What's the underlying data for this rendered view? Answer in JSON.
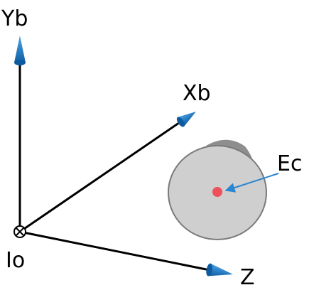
{
  "labels": {
    "y_axis": "Yb",
    "x_axis": "Xb",
    "z_axis": "Z",
    "origin": "Io",
    "center": "Ec"
  },
  "icons": {
    "origin": "circled-times-icon",
    "arrowheads": "cone-arrowhead-icon"
  },
  "colors": {
    "axis_line": "#000000",
    "arrowhead": "#1f78c8",
    "arrowhead_dark": "#0d5a9e",
    "disc_fill": "#cfcfcf",
    "disc_stroke": "#7a7a7a",
    "disc_shadow": "#8e8e8e",
    "center_dot": "#f0505a",
    "pointer": "#2a86d0"
  }
}
